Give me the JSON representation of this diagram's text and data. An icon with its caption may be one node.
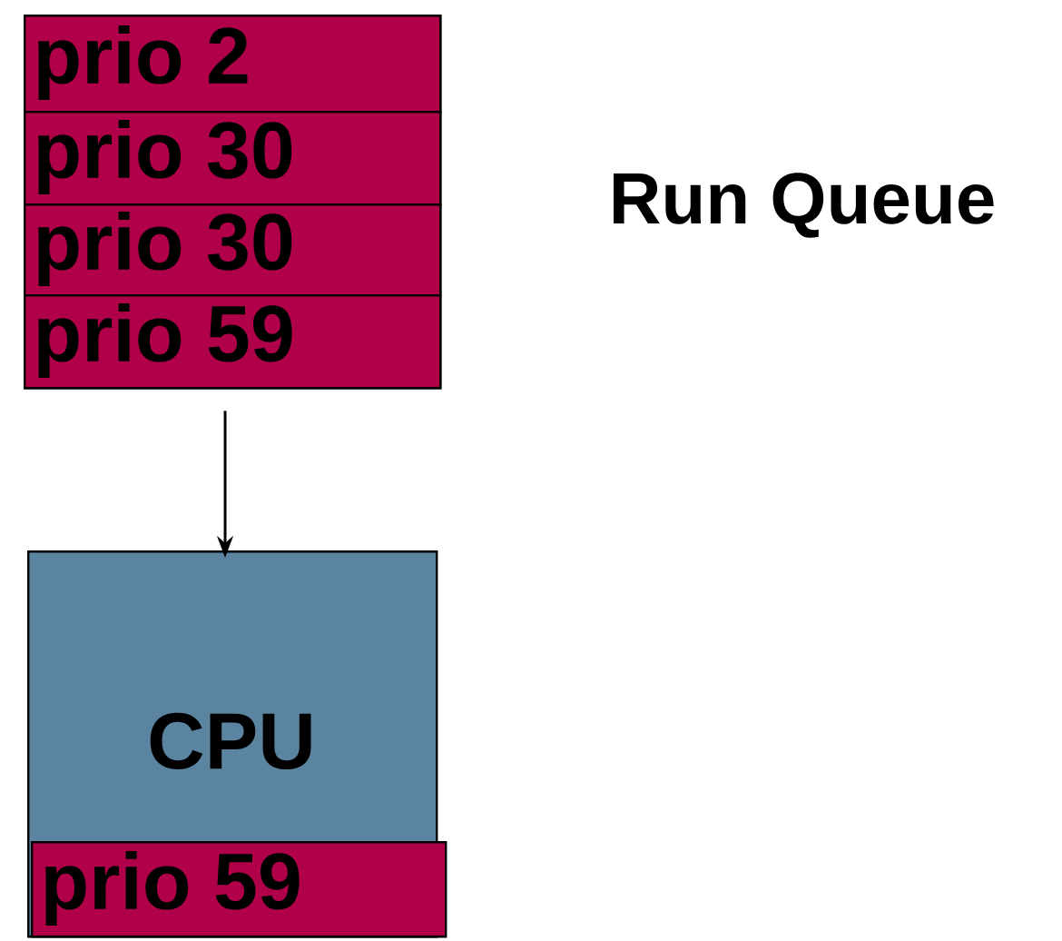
{
  "diagram": {
    "nodes": [
      {
        "text": [],
        "shape": "box"
      },
      {
        "text": [
          "prio 2"
        ],
        "in": 0
      },
      {
        "text": [
          "prio 30"
        ],
        "in": 0
      },
      {
        "text": [
          "prio 30"
        ],
        "in": 0
      },
      {
        "text": [
          "prio 59"
        ],
        "in": 0
      },
      {
        "text": [
          "CPU"
        ]
      },
      {
        "text": [
          "prio 59"
        ],
        "in": 5
      }
    ],
    "edges": [
      {
        "from": 0,
        "to": 5,
        "arrow": "to"
      }
    ],
    "labels": [
      "Run Queue"
    ]
  }
}
